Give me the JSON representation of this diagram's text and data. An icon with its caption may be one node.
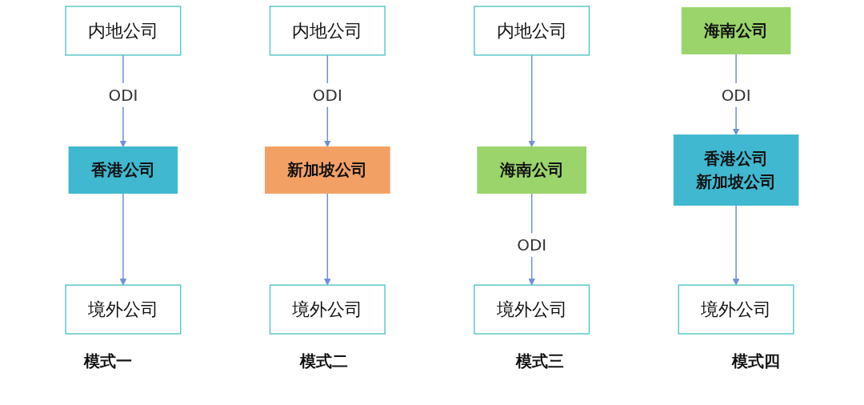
{
  "diagram": {
    "nodes": [
      {
        "text": [
          "内地公司"
        ]
      },
      {
        "text": [
          "香港公司"
        ]
      },
      {
        "text": [
          "境外公司"
        ]
      },
      {
        "text": [
          "内地公司"
        ]
      },
      {
        "text": [
          "新加坡公司"
        ]
      },
      {
        "text": [
          "境外公司"
        ]
      },
      {
        "text": [
          "内地公司"
        ]
      },
      {
        "text": [
          "海南公司"
        ]
      },
      {
        "text": [
          "境外公司"
        ]
      },
      {
        "text": [
          "海南公司"
        ]
      },
      {
        "text": [
          "香港公司",
          "新加坡公司"
        ]
      },
      {
        "text": [
          "境外公司"
        ]
      }
    ],
    "edges": [
      {
        "from": 0,
        "to": 1,
        "arrow": "to",
        "label": "ODI"
      },
      {
        "from": 1,
        "to": 2,
        "arrow": "to"
      },
      {
        "from": 3,
        "to": 4,
        "arrow": "to",
        "label": "ODI"
      },
      {
        "from": 4,
        "to": 5,
        "arrow": "to"
      },
      {
        "from": 6,
        "to": 7,
        "arrow": "to"
      },
      {
        "from": 7,
        "to": 8,
        "arrow": "to",
        "label": "ODI"
      },
      {
        "from": 9,
        "to": 10,
        "arrow": "to",
        "label": "ODI"
      },
      {
        "from": 10,
        "to": 11,
        "arrow": "to"
      }
    ],
    "labels": [
      "模式一",
      "模式二",
      "模式三",
      "模式四"
    ]
  }
}
